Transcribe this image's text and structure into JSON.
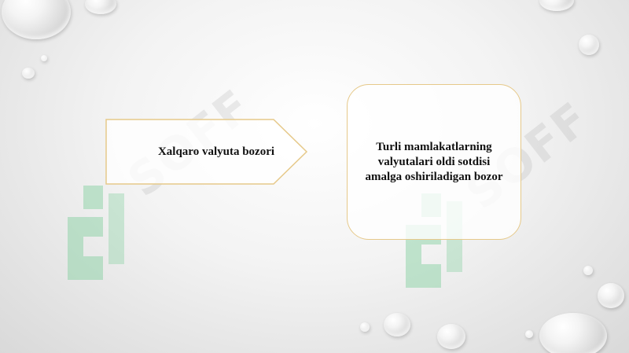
{
  "slide": {
    "arrow_text": "Xalqaro valyuta bozori",
    "box_text_lines": [
      "Turli mamlakatlarning",
      "valyutalari oldi sotdisi",
      "amalga oshiriladigan bozor"
    ],
    "watermark_text": "SOFF"
  },
  "colors": {
    "shape_border": "#e6c98a",
    "watermark_green": "#7fcf9b"
  }
}
